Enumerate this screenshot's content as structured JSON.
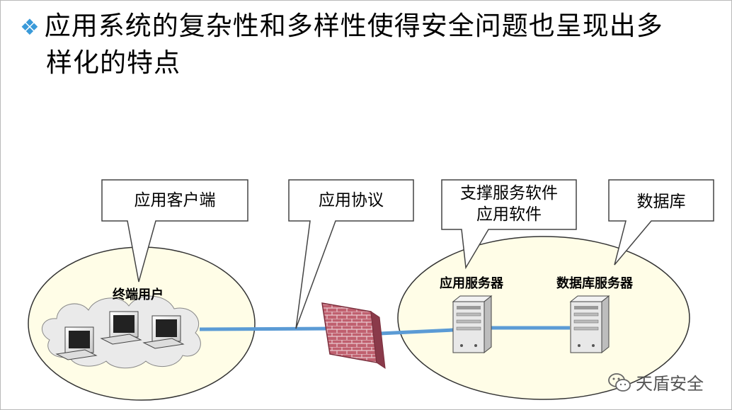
{
  "slide": {
    "title": "应用系统的复杂性和多样性使得安全问题也呈现出多样化的特点",
    "title_line1": "应用系统的复杂性和多样性使得安全问题也呈现出多",
    "title_line2": "样化的特点"
  },
  "callouts": {
    "client": "应用客户端",
    "protocol": "应用协议",
    "support_line1": "支撑服务软件",
    "support_line2": "应用软件",
    "database": "数据库"
  },
  "nodes": {
    "terminal_users": "终端用户",
    "app_server": "应用服务器",
    "db_server": "数据库服务器"
  },
  "watermark": "天盾安全",
  "colors": {
    "ellipse_fill": "#fffde7",
    "link_line": "#5b9bd5",
    "bullet": "#3a9ad9",
    "firewall": "#b5566a"
  }
}
